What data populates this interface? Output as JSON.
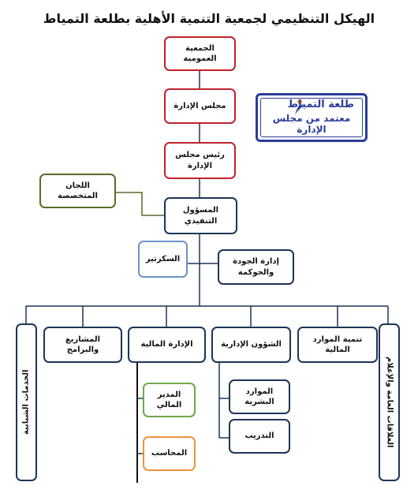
{
  "title": "الهيكل التنظيمي لجمعية التنمية الأهلية بطلعة التمياط",
  "nodes": {
    "general_assembly": "الجمعية العمومية",
    "board": "مجلس الإدارة",
    "board_chair": "رئيس مجلس الإدارة",
    "committees": "اللجان المتخصصة",
    "executive": "المسؤول التنفيذي",
    "secretary": "السكرتير",
    "quality": "إدارة الجودة والحوكمة",
    "youth_services": "الخدمات الشبابية",
    "projects": "المشاريع والبرامج",
    "finance": "الإدارة المالية",
    "admin_affairs": "الشؤون الإدارية",
    "resources": "تنمية الموارد المالية",
    "public_relations": "العلاقات العامة والإعلام",
    "finance_manager": "المدير المالي",
    "accountant": "المحاسب",
    "hr": "الموارد البشرية",
    "training": "التدريب"
  },
  "stamp": {
    "logo_text": "طلعة التمياط",
    "approval_text": "معتمد من مجلس الإدارة"
  },
  "colors": {
    "top_levels": "#c0232d",
    "management": "#1d3557",
    "committees": "#5a6a2a",
    "secretary": "#6c93c4",
    "finance_manager": "#6fa84a",
    "accountant": "#e8963b",
    "stamp": "#2a3d9a"
  }
}
